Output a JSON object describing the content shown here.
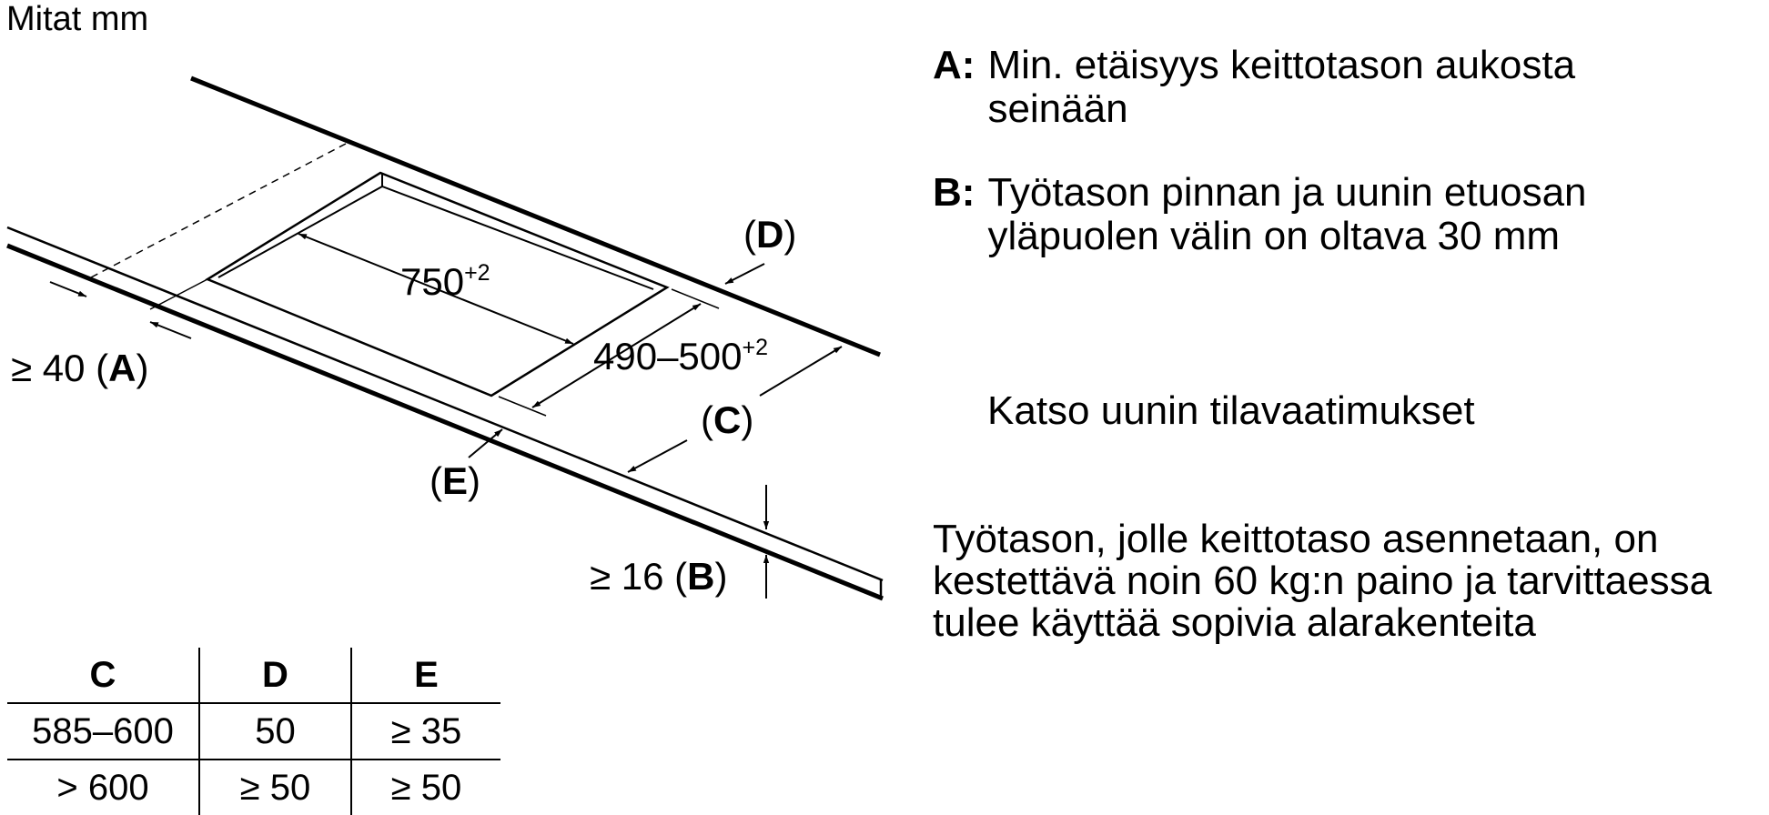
{
  "units_label": "Mitat mm",
  "dimensions": {
    "width": {
      "value": "750",
      "tolerance": "+2"
    },
    "depth": {
      "value": "490–500",
      "tolerance": "+2"
    },
    "a": {
      "prefix": "≥ 40 (",
      "letter": "A",
      "suffix": ")"
    },
    "b": {
      "prefix": "≥ 16 (",
      "letter": "B",
      "suffix": ")"
    },
    "c": {
      "prefix": "(",
      "letter": "C",
      "suffix": ")"
    },
    "d": {
      "prefix": "(",
      "letter": "D",
      "suffix": ")"
    },
    "e": {
      "prefix": "(",
      "letter": "E",
      "suffix": ")"
    }
  },
  "legend": [
    {
      "key": "A:",
      "text": "Min. etäisyys keittotason aukosta seinään"
    },
    {
      "key": "B:",
      "text": "Työtason pinnan ja uunin etuosan yläpuolen välin on oltava 30 mm"
    }
  ],
  "oven_note": "Katso uunin tilavaatimukset",
  "worktop_note": "Työtason, jolle keittotaso asennetaan, on kestettävä noin 60 kg:n paino ja tarvittaessa tulee käyttää sopivia alarakenteita",
  "table": {
    "headers": [
      "C",
      "D",
      "E"
    ],
    "rows": [
      [
        "585–600",
        "50",
        "≥ 35"
      ],
      [
        "> 600",
        "≥ 50",
        "≥ 50"
      ]
    ]
  }
}
